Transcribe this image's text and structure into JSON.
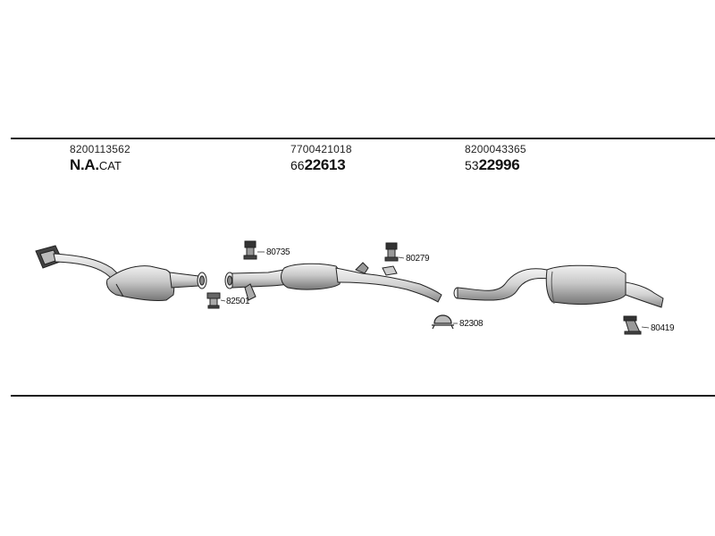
{
  "groups": [
    {
      "oe_number": "8200113562",
      "main_prefix": "N.A.",
      "main_suffix": "CAT"
    },
    {
      "oe_number": "7700421018",
      "main_prefix": "66",
      "main_suffix": "22613"
    },
    {
      "oe_number": "8200043365",
      "main_prefix": "53",
      "main_suffix": "22996"
    }
  ],
  "part_labels": {
    "p80735": "80735",
    "p82501": "82501",
    "p80279": "80279",
    "p82308": "82308",
    "p80419": "80419"
  }
}
